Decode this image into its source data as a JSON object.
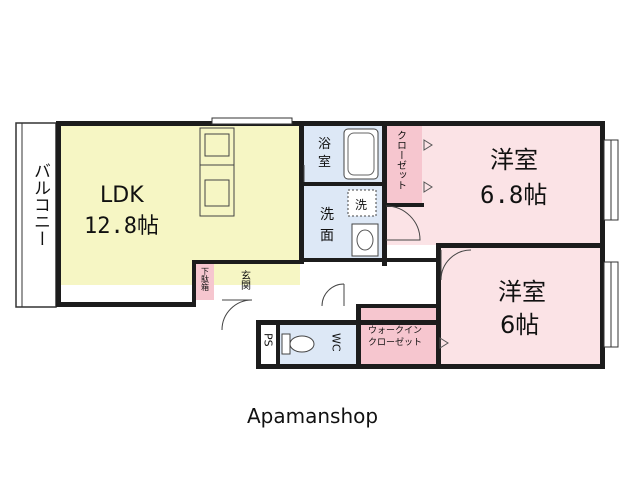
{
  "colors": {
    "ldk": "#f6f6c4",
    "bedroom": "#fbe3e6",
    "wet_area": "#dde8f6",
    "storage": "#f6c6cf",
    "wall": "#1c1c1c"
  },
  "rooms": {
    "balcony": "バルコニー",
    "ldk_name": "LDK",
    "ldk_size": "12.8帖",
    "bath": "浴室",
    "washroom": "洗面",
    "washer": "洗",
    "closet": "クローゼット",
    "bedroom1_name": "洋室",
    "bedroom1_size": "6.8帖",
    "bedroom2_name": "洋室",
    "bedroom2_size": "6帖",
    "shoe_box": "下駄箱",
    "entrance": "玄関",
    "ps": "PS",
    "wc": "WC",
    "walkin_line1": "ウォークイン",
    "walkin_line2": "クローゼット"
  },
  "watermark": "Apamanshop"
}
